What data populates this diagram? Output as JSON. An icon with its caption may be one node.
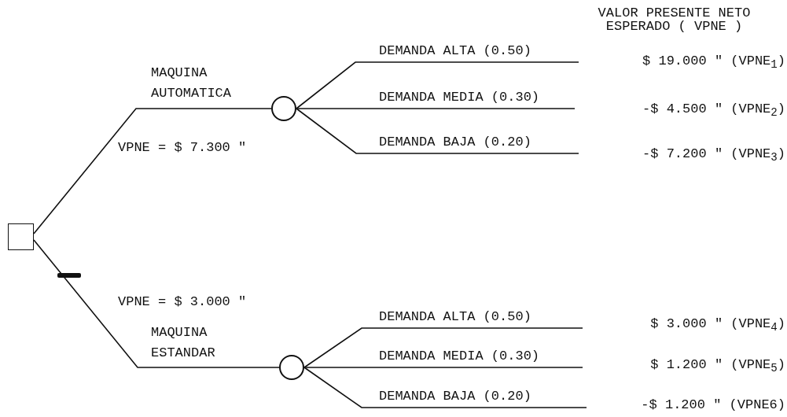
{
  "diagram": {
    "nodes": [
      {
        "text": [],
        "shape": "box"
      },
      {
        "text": [],
        "shape": "circle"
      },
      {
        "text": [],
        "shape": "circle"
      }
    ],
    "edges": [
      {
        "from": 0,
        "to": 1,
        "arrow": "none",
        "label": "MAQUINA AUTOMATICA"
      },
      {
        "from": 0,
        "to": 2,
        "arrow": "none",
        "label": "MAQUINA ESTANDAR"
      },
      {
        "from": 1,
        "to": null,
        "arrow": "none",
        "label": "DEMANDA ALTA (0.50)"
      },
      {
        "from": 1,
        "to": null,
        "arrow": "none",
        "label": "DEMANDA MEDIA (0.30)"
      },
      {
        "from": 1,
        "to": null,
        "arrow": "none",
        "label": "DEMANDA BAJA (0.20)"
      },
      {
        "from": 2,
        "to": null,
        "arrow": "none",
        "label": "DEMANDA ALTA (0.50)"
      },
      {
        "from": 2,
        "to": null,
        "arrow": "none",
        "label": "DEMANDA MEDIA (0.30)"
      },
      {
        "from": 2,
        "to": null,
        "arrow": "none",
        "label": "DEMANDA BAJA (0.20)"
      }
    ],
    "labels": [
      "VALOR PRESENTE NETO ESPERADO ( VPNE )",
      "$ 19.000 \" (VPNE$_{1}$)",
      "-$ 4.500 \" (VPNE$_{2}$)",
      "VPNE = $ 7.300 \"",
      "-$ 7.200 \" (VPNE$_{3}$)",
      "VPNE = $ 3.000 \"",
      "$ 3.000 \" (VPNE$_{4}$)",
      "$ 1.200 \" (VPNE$_{5}$)",
      "-$ 1.200 \" (VPNE6)"
    ]
  }
}
